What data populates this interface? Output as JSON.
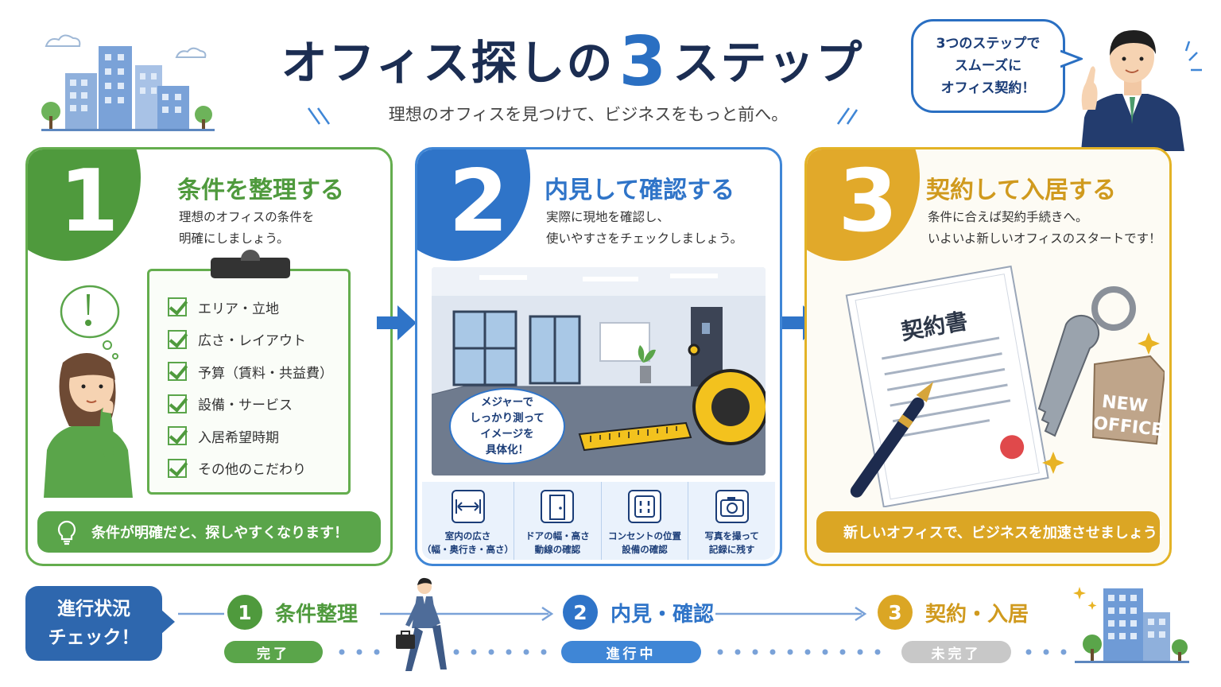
{
  "header": {
    "title_before": "オフィス探しの",
    "title_number": "3",
    "title_after": "ステップ",
    "subtitle": "理想のオフィスを見つけて、ビジネスをもっと前へ。",
    "speech_lines": [
      "3つのステップで",
      "スムーズに",
      "オフィス契約！"
    ]
  },
  "steps": [
    {
      "number": "1",
      "title": "条件を整理する",
      "desc_lines": [
        "理想のオフィスの条件を",
        "明確にしましょう。"
      ],
      "checklist": [
        "エリア・立地",
        "広さ・レイアウト",
        "予算（賃料・共益費）",
        "設備・サービス",
        "入居希望時期",
        "その他のこだわり"
      ],
      "footer": "条件が明確だと、探しやすくなります！"
    },
    {
      "number": "2",
      "title": "内見して確認する",
      "desc_lines": [
        "実際に現地を確認し、",
        "使いやすさをチェックしましょう。"
      ],
      "bubble_lines": [
        "メジャーで",
        "しっかり測って",
        "イメージを",
        "具体化！"
      ],
      "icons": [
        {
          "icon": "width-measure-icon",
          "line1": "室内の広さ",
          "line2": "（幅・奥行き・高さ）"
        },
        {
          "icon": "door-icon",
          "line1": "ドアの幅・高さ",
          "line2": "動線の確認"
        },
        {
          "icon": "outlet-icon",
          "line1": "コンセントの位置",
          "line2": "設備の確認"
        },
        {
          "icon": "camera-icon",
          "line1": "写真を撮って",
          "line2": "記録に残す"
        }
      ]
    },
    {
      "number": "3",
      "title": "契約して入居する",
      "desc_lines": [
        "条件に合えば契約手続きへ。",
        "いよいよ新しいオフィスのスタートです！"
      ],
      "document_title": "契約書",
      "tag_lines": [
        "NEW",
        "OFFICE"
      ],
      "footer": "新しいオフィスで、ビジネスを加速させましょう！"
    }
  ],
  "progress": {
    "badge_lines": [
      "進行状況",
      "チェック！"
    ],
    "stages": [
      {
        "number": "1",
        "label": "条件整理",
        "status": "完了"
      },
      {
        "number": "2",
        "label": "内見・確認",
        "status": "進行中"
      },
      {
        "number": "3",
        "label": "契約・入居",
        "status": "未完了"
      }
    ]
  },
  "colors": {
    "step1": "#4f9a3d",
    "step2": "#2f74c8",
    "step3": "#dba624",
    "title": "#1b2d52",
    "pending": "#c8c8c8"
  }
}
